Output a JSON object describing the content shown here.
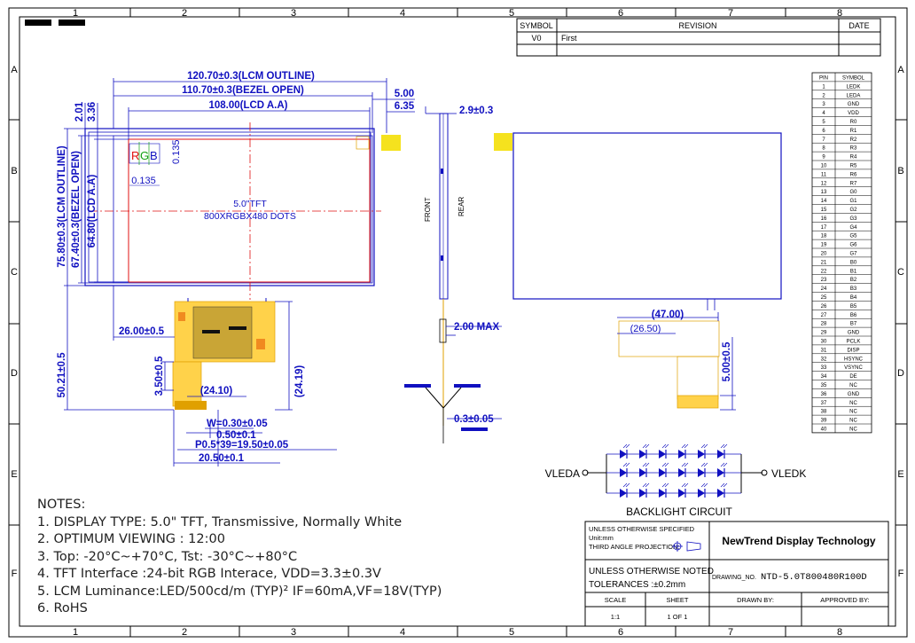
{
  "frame": {
    "col_labels": [
      "1",
      "2",
      "3",
      "4",
      "5",
      "6",
      "7",
      "8"
    ],
    "row_labels": [
      "A",
      "B",
      "C",
      "D",
      "E",
      "F"
    ]
  },
  "revision": {
    "headers": {
      "symbol": "SYMBOL",
      "revision": "REVISION",
      "date": "DATE"
    },
    "rows": [
      {
        "symbol": "V0",
        "revision": "First",
        "date": ""
      }
    ]
  },
  "dims": {
    "lcm_outline_w": "120.70±0.3(LCM OUTLINE)",
    "bezel_open_w": "110.70±0.3(BEZEL OPEN)",
    "lcd_aa_w": "108.00(LCD A.A)",
    "right_5": "5.00",
    "right_635": "6.35",
    "left_201": "2.01",
    "left_336": "3.36",
    "lcm_outline_h": "75.80±0.3(LCM OUTLINE)",
    "bezel_open_h": "67.40±0.3(BEZEL OPEN)",
    "lcd_aa_h": "64.80(LCD A.A)",
    "pixel_0135a": "0.135",
    "pixel_0135b": "0.135",
    "rgb_r": "R",
    "rgb_g": "G",
    "rgb_b": "B",
    "fpc_offset": "26.00±0.5",
    "total_h": "50.21±0.5",
    "fpc_350": "3.50±0.5",
    "fpc_2410w": "(24.10)",
    "fpc_2419h": "(24.19)",
    "w_pad": "W=0.30±0.05",
    "gap_050": "0.50±0.1",
    "pitch": "P0.5*39=19.50±0.05",
    "fpc_width": "20.50±0.1",
    "side_thick": "2.9±0.3",
    "front": "FRONT",
    "rear": "REAR",
    "max_200": "2.00 MAX",
    "fpc_thick": "0.3±0.05",
    "back_4700": "(47.00)",
    "back_2650": "(26.50)",
    "back_500": "5.00±0.5"
  },
  "display_center": {
    "line1": "5.0\"TFT",
    "line2": "800XRGBX480 DOTS"
  },
  "pins": {
    "headers": {
      "pin": "PIN",
      "symbol": "SYMBOL"
    },
    "rows": [
      [
        "1",
        "LEDK"
      ],
      [
        "2",
        "LEDA"
      ],
      [
        "3",
        "GND"
      ],
      [
        "4",
        "VDD"
      ],
      [
        "5",
        "R0"
      ],
      [
        "6",
        "R1"
      ],
      [
        "7",
        "R2"
      ],
      [
        "8",
        "R3"
      ],
      [
        "9",
        "R4"
      ],
      [
        "10",
        "R5"
      ],
      [
        "11",
        "R6"
      ],
      [
        "12",
        "R7"
      ],
      [
        "13",
        "G0"
      ],
      [
        "14",
        "G1"
      ],
      [
        "15",
        "G2"
      ],
      [
        "16",
        "G3"
      ],
      [
        "17",
        "G4"
      ],
      [
        "18",
        "G5"
      ],
      [
        "19",
        "G6"
      ],
      [
        "20",
        "G7"
      ],
      [
        "21",
        "B0"
      ],
      [
        "22",
        "B1"
      ],
      [
        "23",
        "B2"
      ],
      [
        "24",
        "B3"
      ],
      [
        "25",
        "B4"
      ],
      [
        "26",
        "B5"
      ],
      [
        "27",
        "B6"
      ],
      [
        "28",
        "B7"
      ],
      [
        "29",
        "GND"
      ],
      [
        "30",
        "PCLK"
      ],
      [
        "31",
        "DISP"
      ],
      [
        "32",
        "HSYNC"
      ],
      [
        "33",
        "VSYNC"
      ],
      [
        "34",
        "DE"
      ],
      [
        "35",
        "NC"
      ],
      [
        "36",
        "GND"
      ],
      [
        "37",
        "NC"
      ],
      [
        "38",
        "NC"
      ],
      [
        "39",
        "NC"
      ],
      [
        "40",
        "NC"
      ]
    ]
  },
  "backlight": {
    "left": "VLEDA",
    "right": "VLEDK",
    "caption": "BACKLIGHT CIRCUIT"
  },
  "notes": {
    "title": "NOTES:",
    "items": [
      "1. DISPLAY TYPE: 5.0\" TFT, Transmissive, Normally White",
      "2. OPTIMUM VIEWING : 12:00",
      "3. Top: -20°C~+70°C, Tst: -30°C~+80°C",
      "4. TFT Interface :24-bit RGB Interace, VDD=3.3±0.3V",
      "5. LCM Luminance:LED/500cd/m (TYP)² IF=60mA,VF=18V(TYP)",
      "6. RoHS"
    ]
  },
  "titleblock": {
    "unless_specified": "UNLESS OTHERWISE SPECIFIED",
    "unit": "Unit:mm",
    "projection": "THIRD ANGLE PROJECTION:",
    "company": "NewTrend Display Technology",
    "tol_line1": "UNLESS OTHERWISE NOTED",
    "tol_line2": "TOLERANCES :±0.2mm",
    "drawing_no_label": "DRAWING_NO.",
    "drawing_no": "NTD-5.0T800480R100D",
    "scale_h": "SCALE",
    "scale_v": "1:1",
    "sheet_h": "SHEET",
    "sheet_v": "1 OF 1",
    "drawn_h": "DRAWN BY:",
    "approved_h": "APPROVED BY:"
  },
  "colors": {
    "dim": "#1010c0",
    "frame": "#000000",
    "panel": "#1010c0",
    "active": "#e01010",
    "fpc": "#ffd24a",
    "center": "#e01010"
  }
}
